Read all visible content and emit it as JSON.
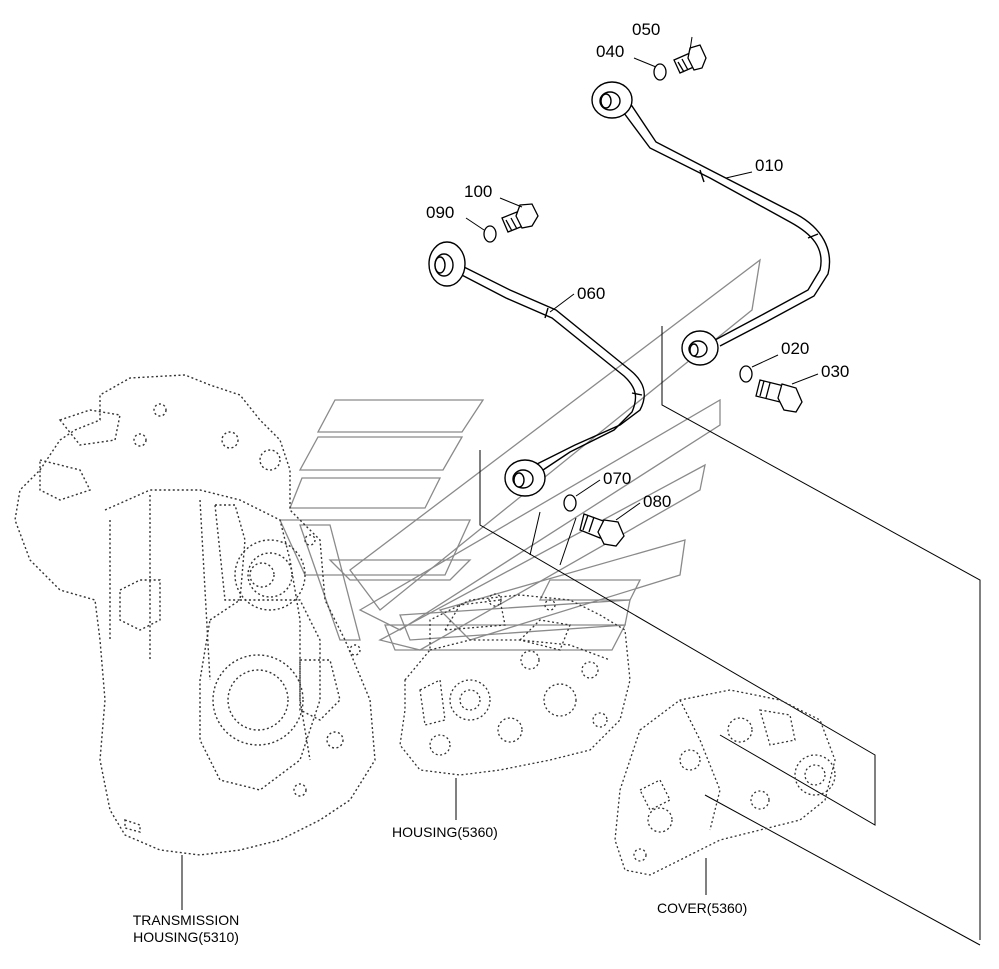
{
  "part_numbers": {
    "p010": "010",
    "p020": "020",
    "p030": "030",
    "p040": "040",
    "p050": "050",
    "p060": "060",
    "p070": "070",
    "p080": "080",
    "p090": "090",
    "p100": "100"
  },
  "callouts": {
    "housing": "HOUSING(5360)",
    "cover": "COVER(5360)",
    "transmission_line1": "TRANSMISSION",
    "transmission_line2": "HOUSING(5310)"
  },
  "colors": {
    "ink": "#000000",
    "dotted_outline": "#333333",
    "watermark": "#888888"
  }
}
